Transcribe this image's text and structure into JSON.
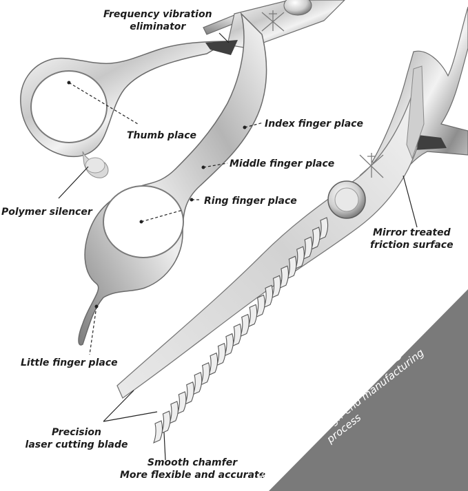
{
  "labels": {
    "frequency_vibration_eliminator": [
      "Frequency vibration",
      "eliminator"
    ],
    "thumb_place": "Thumb place",
    "index_finger_place": "Index finger place",
    "middle_finger_place": "Middle finger place",
    "ring_finger_place": "Ring finger place",
    "polymer_silencer": "Polymer silencer",
    "mirror_treated_friction_surface": [
      "Mirror treated",
      "friction surface"
    ],
    "little_finger_place": "Little finger place",
    "precision_laser_cutting_blade": [
      "Precision",
      "laser cutting blade"
    ],
    "smooth_chamfer": [
      "Smooth chamfer",
      "More flexible and accurate"
    ]
  },
  "banner": {
    "title": "Smooth",
    "subtitle": "Precision without pulling",
    "description": [
      "Fine grinding and high-end",
      "manufacturing",
      "process"
    ]
  },
  "colors": {
    "banner": "#7a7a7a",
    "steel_light": "#f4f4f4",
    "steel_mid": "#c9c9c9",
    "steel_dark": "#5b5b5b",
    "label_text": "#1c1c1c"
  }
}
